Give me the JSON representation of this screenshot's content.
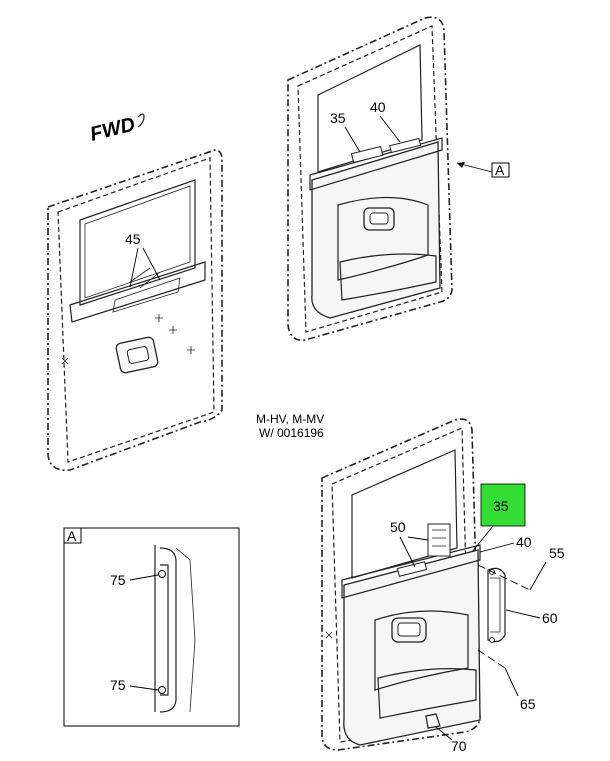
{
  "orientation": {
    "forward_label": "FWD"
  },
  "views": {
    "left_door": {
      "callouts": {
        "c45": "45"
      }
    },
    "upper_right_door": {
      "callouts": {
        "c35": "35",
        "c40": "40"
      },
      "view_ref": "A"
    },
    "note": {
      "line1": "M-HV, M-MV",
      "line2": "W/ 0016196"
    },
    "detail_a": {
      "label": "A",
      "callouts": {
        "c75_top": "75",
        "c75_bottom": "75"
      }
    },
    "lower_right_door": {
      "callouts": {
        "c35": "35",
        "c40": "40",
        "c50": "50",
        "c55": "55",
        "c60": "60",
        "c65": "65",
        "c70": "70"
      },
      "highlight_color": "#33dd33"
    }
  },
  "icons": {
    "seal_icon": "dashed-outline",
    "plus_marker": "plus-icon"
  }
}
